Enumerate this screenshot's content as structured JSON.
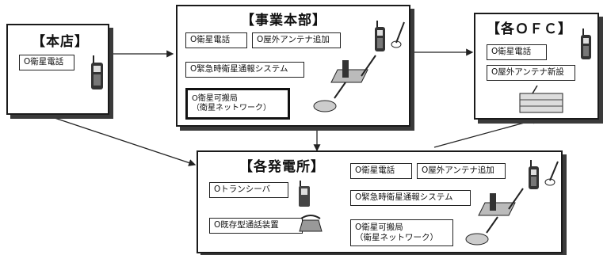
{
  "honten": {
    "title": "【本店】",
    "items": [
      "O衛星電話"
    ]
  },
  "jigyo": {
    "title": "【事業本部】",
    "items": [
      "O衛星電話",
      "O屋外アンテナ追加",
      "O緊急時衛星通報システム",
      "O衛星可搬局",
      "（衛星ネットワーク）"
    ]
  },
  "ofc": {
    "title": "【各ＯＦＣ】",
    "items": [
      "O衛星電話",
      "O屋外アンテナ新設"
    ]
  },
  "hatsuden": {
    "title": "【各発電所】",
    "items": [
      "O衛星電話",
      "O屋外アンテナ追加",
      "Oトランシーバ",
      "O緊急時衛星通報システム",
      "O既存型通話装置",
      "O衛星可搬局",
      "（衛星ネットワーク）"
    ]
  }
}
